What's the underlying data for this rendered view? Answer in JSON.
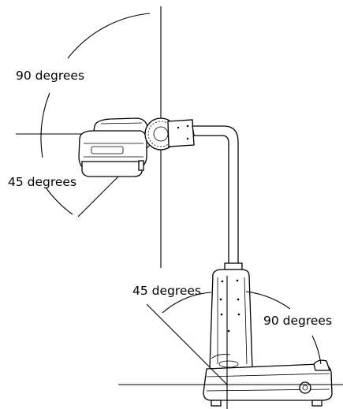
{
  "labels": {
    "head_vertical_rotation": "90 degrees",
    "head_diagonal_rotation": "45 degrees",
    "arm_diagonal_rotation": "45 degrees",
    "arm_vertical_rotation": "90 degrees"
  },
  "colors": {
    "line": "#000000",
    "background": "#ffffff"
  }
}
